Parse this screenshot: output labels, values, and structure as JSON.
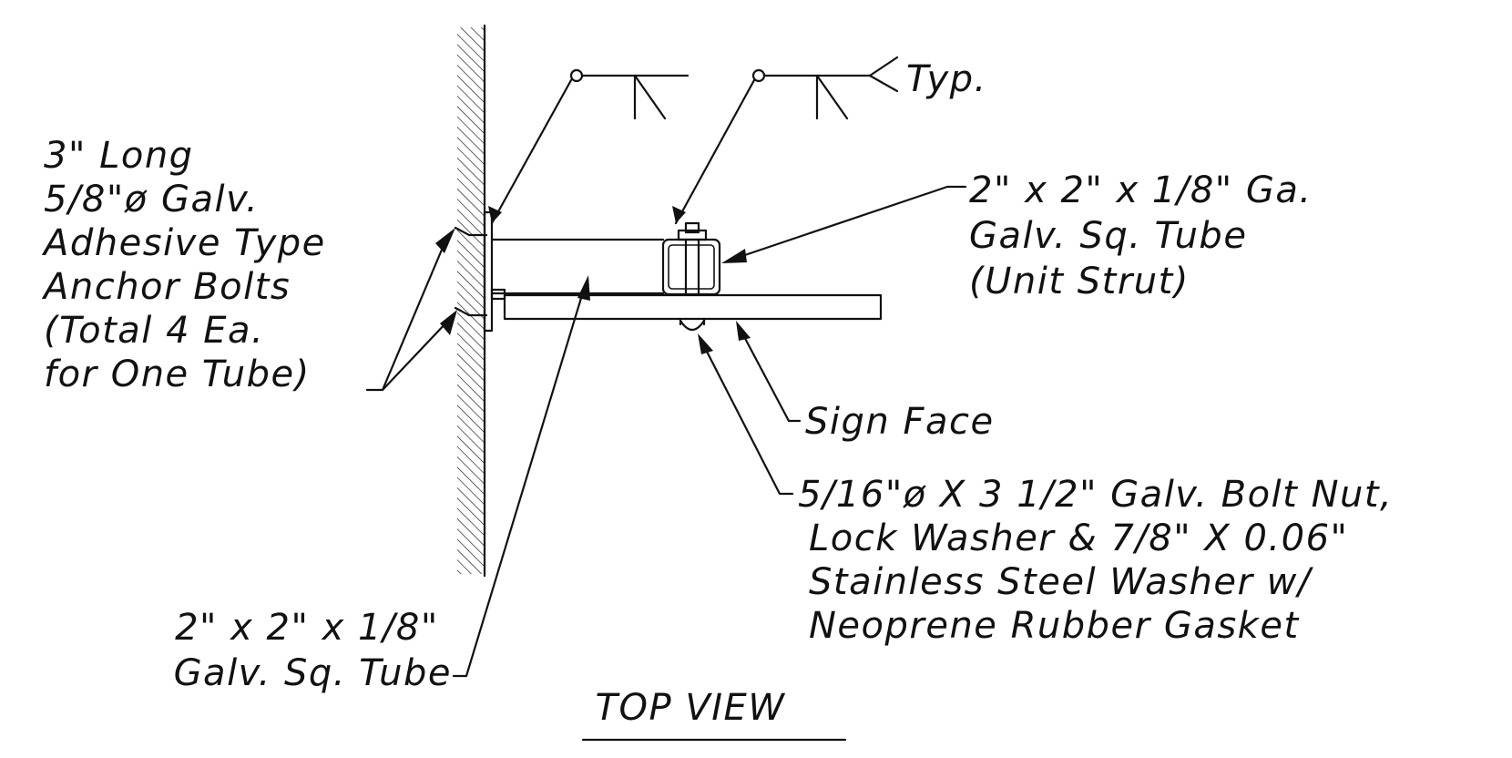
{
  "labels": {
    "anchor_bolts": [
      "3\" Long",
      "5/8\"ø Galv.",
      "Adhesive Type",
      "Anchor Bolts",
      "(Total 4 Ea.",
      "for One Tube)"
    ],
    "typ": "Typ.",
    "unit_strut": [
      "2\" x 2\" x 1/8\" Ga.",
      "Galv. Sq. Tube",
      "(Unit Strut)"
    ],
    "sign_face": "Sign Face",
    "bolt_nut": [
      "5/16\"ø X 3 1/2\" Galv. Bolt Nut,",
      "Lock Washer & 7/8\"  X 0.06\"",
      "Stainless Steel Washer w/",
      "Neoprene Rubber Gasket"
    ],
    "sq_tube": [
      "2\" x 2\" x 1/8\"",
      "Galv. Sq. Tube"
    ],
    "view_title": "TOP VIEW"
  }
}
